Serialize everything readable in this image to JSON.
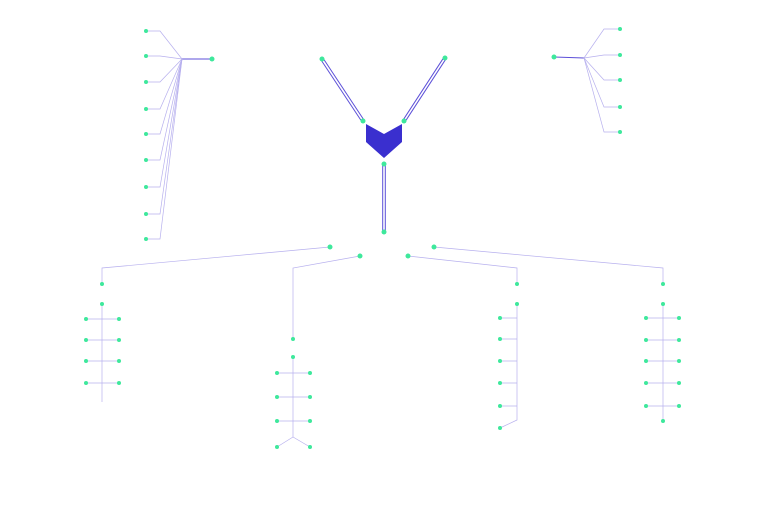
{
  "colors": {
    "background": "#ffffff",
    "node": "#3ee89c",
    "line": "#b7b0ee",
    "line_strong": "#5c4fd8",
    "hub": "#3a2fcf"
  },
  "hub": {
    "icon": "heart-chevron-logo"
  },
  "branches": {
    "top_left_fan": {
      "leaf_count": 9
    },
    "top_right_fan": {
      "leaf_count": 5
    },
    "bottom_left_ladder": {
      "rungs": 4
    },
    "bottom_center_ladder": {
      "rungs": 3
    },
    "bottom_right_column": {
      "leaf_count": 7
    },
    "bottom_far_right_ladder": {
      "rungs": 5
    }
  }
}
